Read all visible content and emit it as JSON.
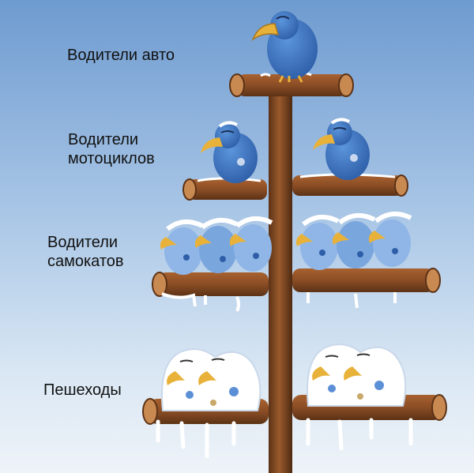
{
  "tiers": [
    {
      "label": "Водители авто"
    },
    {
      "label": "Водители\nмотоциклов"
    },
    {
      "label": "Водители\nсамокатов"
    },
    {
      "label": "Пешеходы"
    }
  ],
  "colors": {
    "sky_top": "#6e9bd0",
    "sky_bottom": "#eef3f8",
    "wood": "#8a4d25",
    "wood_dark": "#5c3216",
    "bird_blue": "#3b75c4",
    "beak": "#e8b23a",
    "snow": "#ffffff"
  }
}
